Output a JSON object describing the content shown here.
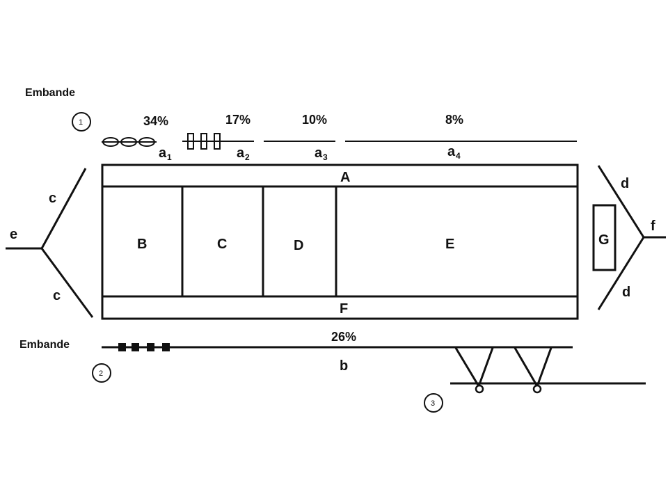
{
  "embande_top": "Embande",
  "embande_bottom": "Embande",
  "circle_labels": [
    "1",
    "2",
    "3"
  ],
  "percent_a1": "34%",
  "percent_a2": "17%",
  "percent_a3": "10%",
  "percent_a4": "8%",
  "percent_b": "26%",
  "sub_a": "a",
  "subscripts": [
    "1",
    "2",
    "3",
    "4"
  ],
  "label_b_line": "b",
  "rect_labels": {
    "A": "A",
    "B": "B",
    "C": "C",
    "D": "D",
    "E": "E",
    "F": "F",
    "G": "G"
  },
  "side_labels": {
    "c_top": "c",
    "c_bottom": "c",
    "e": "e",
    "d_top": "d",
    "d_bottom": "d",
    "f": "f"
  }
}
